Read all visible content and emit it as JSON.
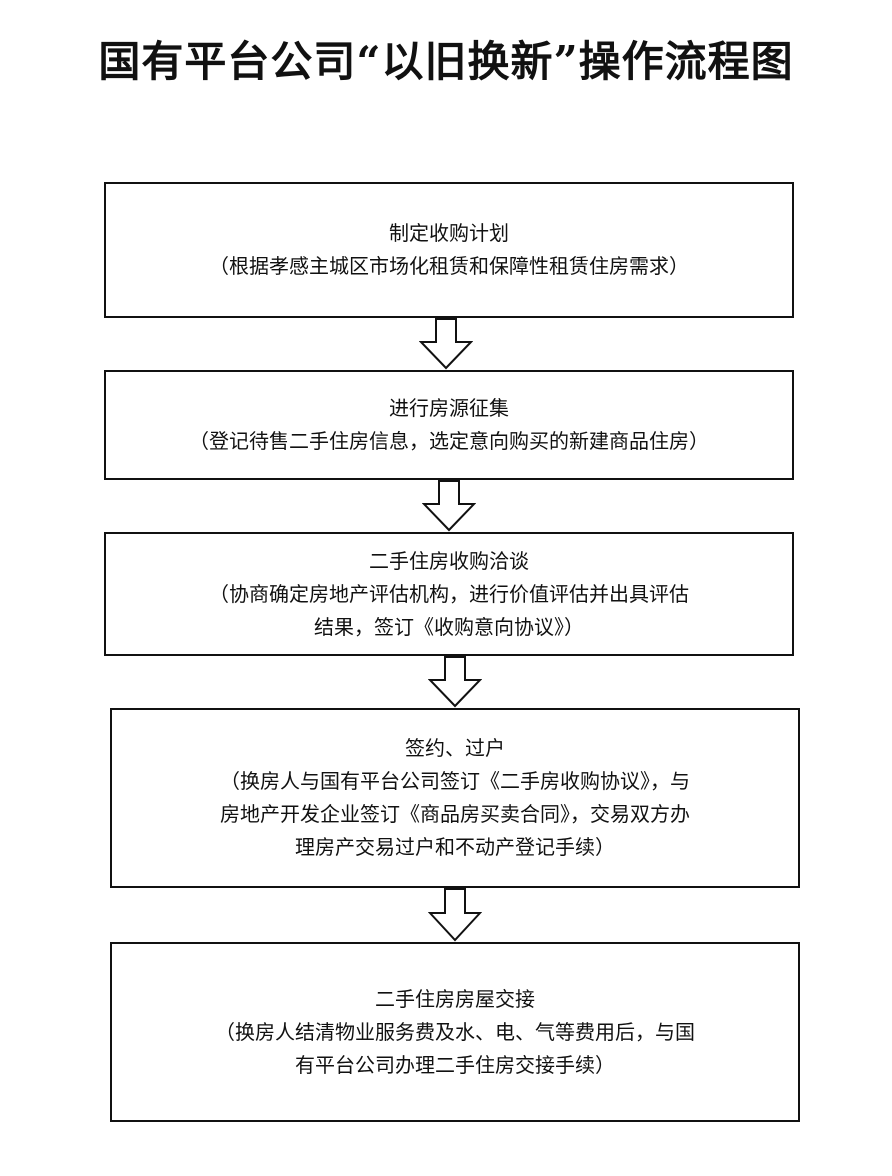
{
  "title": "国有平台公司“以旧换新”操作流程图",
  "colors": {
    "stroke": "#111111",
    "background": "#ffffff"
  },
  "steps": [
    {
      "heading": "制定收购计划",
      "detail": [
        "（根据孝感主城区市场化租赁和保障性租赁住房需求）"
      ]
    },
    {
      "heading": "进行房源征集",
      "detail": [
        "（登记待售二手住房信息，选定意向购买的新建商品住房）"
      ]
    },
    {
      "heading": "二手住房收购洽谈",
      "detail": [
        "（协商确定房地产评估机构，进行价值评估并出具评估",
        "结果，签订《收购意向协议》）"
      ]
    },
    {
      "heading": "签约、过户",
      "detail": [
        "（换房人与国有平台公司签订《二手房收购协议》，与",
        "房地产开发企业签订《商品房买卖合同》，交易双方办",
        "理房产交易过户和不动产登记手续）"
      ]
    },
    {
      "heading": "二手住房房屋交接",
      "detail": [
        "（换房人结清物业服务费及水、电、气等费用后，与国",
        "有平台公司办理二手住房交接手续）"
      ]
    }
  ]
}
